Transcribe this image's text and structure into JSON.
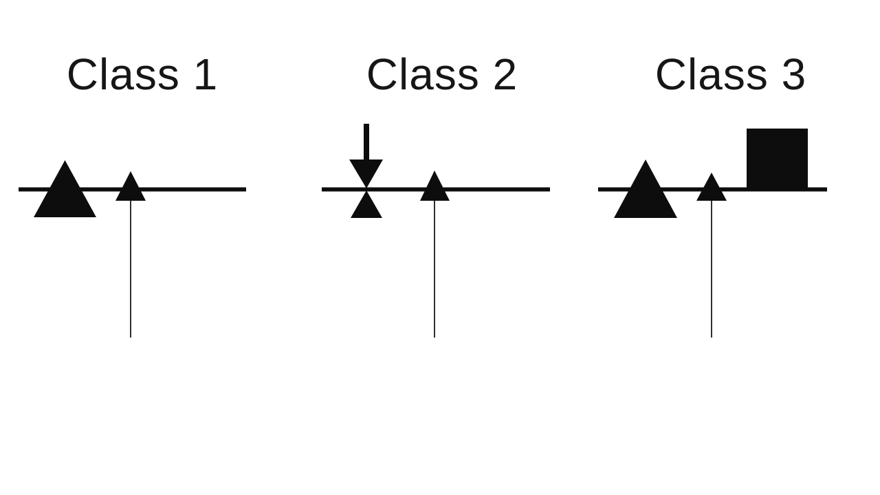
{
  "theme": {
    "background": "#ffffff",
    "ink": "#0d0d0d",
    "shaft": "#2e2e2e",
    "text": "#161616"
  },
  "diagram": {
    "name": "Lever classes diagram",
    "panels": [
      {
        "title": "Class 1",
        "elements": [
          "lever-beam",
          "fulcrum-triangle",
          "force-arrow-up"
        ]
      },
      {
        "title": "Class 2",
        "elements": [
          "lever-beam",
          "force-arrow-down",
          "support-triangle-below-beam",
          "force-arrow-up"
        ]
      },
      {
        "title": "Class 3",
        "elements": [
          "lever-beam",
          "fulcrum-triangle",
          "force-arrow-up",
          "load-block"
        ]
      }
    ]
  }
}
